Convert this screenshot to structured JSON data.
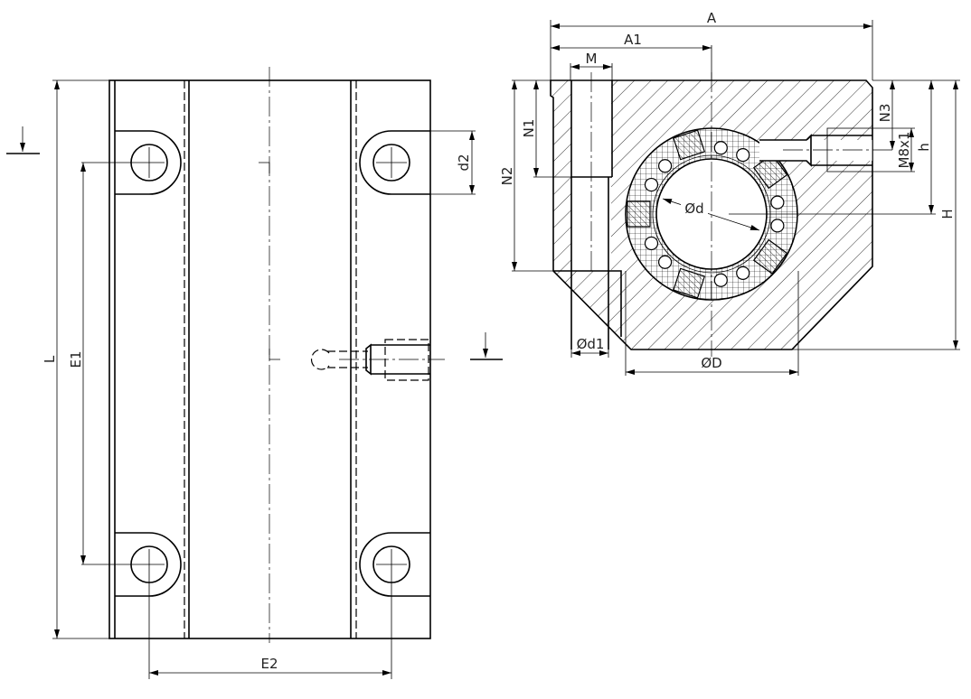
{
  "drawing": {
    "front_view": {
      "dimensions": {
        "length": "L",
        "hole_spacing_long": "E1",
        "hole_spacing_wide": "E2",
        "slot_width": "d2"
      }
    },
    "section_view": {
      "dimensions": {
        "width": "A",
        "offset": "A1",
        "thread": "M",
        "depth_n1": "N1",
        "depth_n2": "N2",
        "depth_n3": "N3",
        "lube_thread": "M8x1",
        "center_height": "h",
        "height": "H",
        "bore": "Ød",
        "outer_diameter": "ØD",
        "hole_diameter": "Ød1"
      }
    }
  }
}
